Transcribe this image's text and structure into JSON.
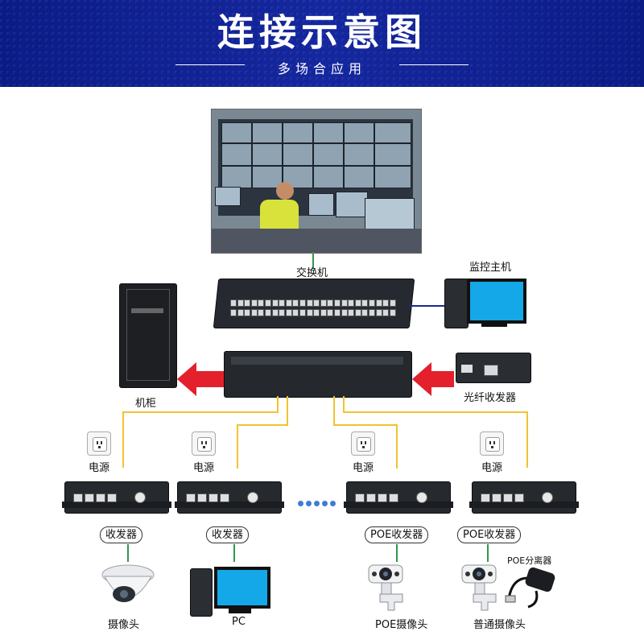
{
  "header": {
    "title": "连接示意图",
    "subtitle": "多场合应用"
  },
  "labels": {
    "switch": "交换机",
    "host": "监控主机",
    "cabinet": "机柜",
    "converter": "光纤收发器",
    "power": "电源",
    "transceiver": "收发器",
    "poe_transceiver": "POE收发器",
    "poe_splitter": "POE分离器",
    "camera": "摄像头",
    "pc": "PC",
    "poe_camera": "POE摄像头",
    "normal_camera": "普通摄像头"
  },
  "colors": {
    "header_bg": "#0d1f8c",
    "arrow_red": "#e3202b",
    "fiber_yellow": "#f2c231",
    "link_green": "#2e9a4a",
    "link_blue": "#1b2a8c",
    "screen_blue": "#14a8e8"
  },
  "icons": [
    "power-socket-icon",
    "dome-camera-icon",
    "ptz-camera-icon",
    "poe-splitter-icon",
    "computer-icon"
  ]
}
